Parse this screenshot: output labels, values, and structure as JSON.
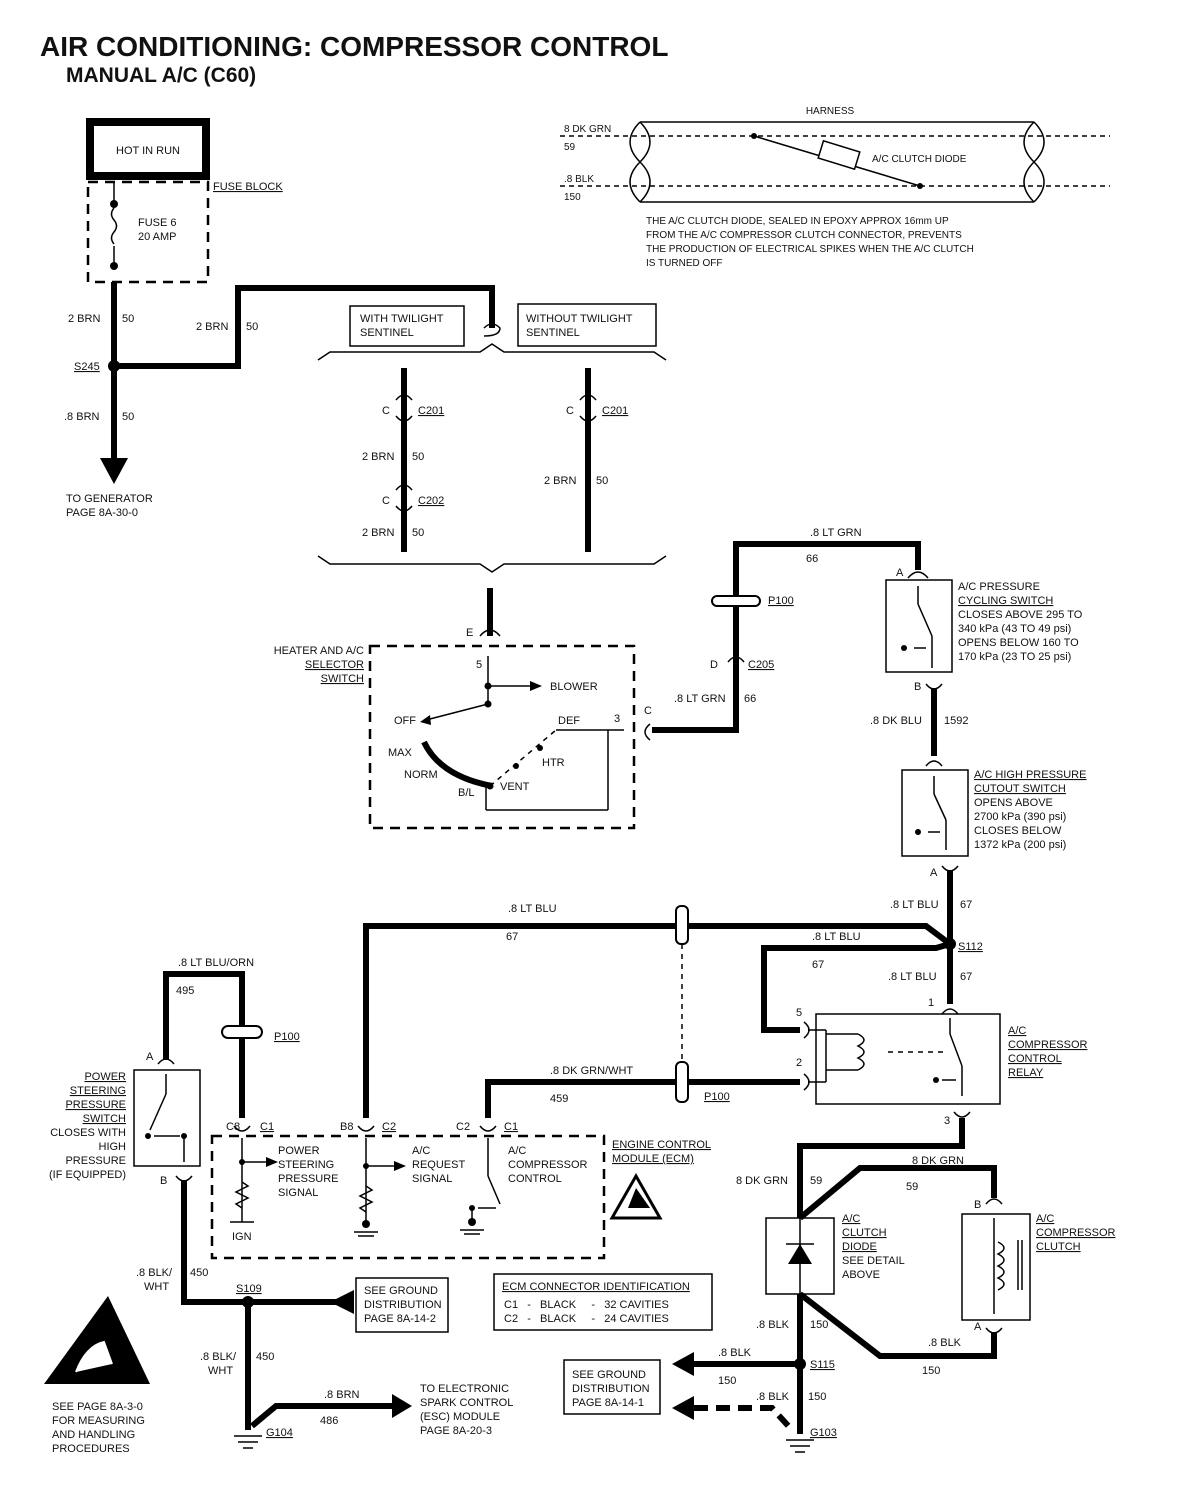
{
  "title": "AIR CONDITIONING:  COMPRESSOR CONTROL",
  "subtitle": "MANUAL A/C (C60)",
  "power": {
    "hot_in_run": "HOT IN RUN",
    "fuse_block": "FUSE BLOCK",
    "fuse_label": "FUSE 6",
    "fuse_amp": "20 AMP",
    "wire_a_color": "2 BRN",
    "wire_a_num": "50",
    "wire_b_color": "2 BRN",
    "wire_b_num": "50",
    "splice": "S245",
    "wire_c_color": ".8 BRN",
    "wire_c_num": "50",
    "to_generator_1": "TO GENERATOR",
    "to_generator_2": "PAGE 8A-30-0"
  },
  "sentinel": {
    "with_1": "WITH TWILIGHT",
    "with_2": "SENTINEL",
    "without_1": "WITHOUT TWILIGHT",
    "without_2": "SENTINEL",
    "c": "C",
    "c201": "C201",
    "c202": "C202",
    "wire_color": "2 BRN",
    "wire_num": "50"
  },
  "harness": {
    "label": "HARNESS",
    "wire1_color": "8 DK GRN",
    "wire1_num": "59",
    "wire2_color": ".8 BLK",
    "wire2_num": "150",
    "diode_label": "A/C CLUTCH DIODE",
    "note_1": "THE A/C CLUTCH DIODE, SEALED IN EPOXY  APPROX 16mm UP",
    "note_2": "FROM THE A/C COMPRESSOR CLUTCH CONNECTOR, PREVENTS",
    "note_3": "THE PRODUCTION OF ELECTRICAL SPIKES WHEN THE A/C CLUTCH",
    "note_4": "IS TURNED OFF"
  },
  "selector": {
    "title_1": "HEATER AND A/C",
    "title_2": "SELECTOR",
    "title_3": "SWITCH",
    "pin_e": "E",
    "pin_5": "5",
    "pin_3": "3",
    "pin_c": "C",
    "blower": "BLOWER",
    "off": "OFF",
    "max": "MAX",
    "norm": "NORM",
    "bl": "B/L",
    "vent": "VENT",
    "htr": "HTR",
    "def": "DEF"
  },
  "cycling": {
    "wire_color": ".8 LT GRN",
    "wire_num": "66",
    "p100": "P100",
    "d": "D",
    "c205": "C205",
    "pin_a": "A",
    "pin_b": "B",
    "label_1": "A/C PRESSURE",
    "label_2": "CYCLING SWITCH",
    "label_3": "CLOSES ABOVE 295 TO",
    "label_4": "340 kPa (43 TO 49 psi)",
    "label_5": "OPENS BELOW 160 TO",
    "label_6": "170 kPa (23 TO 25 psi)",
    "out_color": ".8 DK BLU",
    "out_num": "1592"
  },
  "highpress": {
    "label_1": "A/C HIGH PRESSURE",
    "label_2": "CUTOUT SWITCH",
    "label_3": "OPENS ABOVE",
    "label_4": "2700 kPa (390 psi)",
    "label_5": "CLOSES BELOW",
    "label_6": "1372 kPa (200 psi)",
    "pin_a": "A",
    "wire_color": ".8 LT BLU",
    "wire_num": "67",
    "splice": "S112"
  },
  "relay": {
    "label_1": "A/C",
    "label_2": "COMPRESSOR",
    "label_3": "CONTROL",
    "label_4": "RELAY",
    "pin_1": "1",
    "pin_2": "2",
    "pin_3": "3",
    "pin_5": "5"
  },
  "ecm": {
    "title_1": "ENGINE CONTROL",
    "title_2": "MODULE (ECM)",
    "ps_1": "POWER",
    "ps_2": "STEERING",
    "ps_3": "PRESSURE",
    "ps_4": "SIGNAL",
    "req_1": "A/C",
    "req_2": "REQUEST",
    "req_3": "SIGNAL",
    "ctl_1": "A/C",
    "ctl_2": "COMPRESSOR",
    "ctl_3": "CONTROL",
    "ign": "IGN",
    "c8": "C8",
    "c1": "C1",
    "b8": "B8",
    "c2": "C2",
    "c2b": "C2",
    "c1b": "C1",
    "conn_title": "ECM CONNECTOR IDENTIFICATION",
    "conn_c1": "C1   -   BLACK     -   32 CAVITIES",
    "conn_c2": "C2   -   BLACK     -   24 CAVITIES"
  },
  "pssw": {
    "label_1": "POWER",
    "label_2": "STEERING",
    "label_3": "PRESSURE",
    "label_4": "SWITCH",
    "label_5": "CLOSES WITH",
    "label_6": "HIGH",
    "label_7": "PRESSURE",
    "label_8": "(IF EQUIPPED)",
    "pin_a": "A",
    "pin_b": "B",
    "wire_top_color": ".8 LT BLU/ORN",
    "wire_top_num": "495",
    "p100": "P100",
    "wire_bot_color": ".8 BLK/",
    "wire_bot_color2": "WHT",
    "wire_bot_num": "450"
  },
  "mid": {
    "ltblu_color": ".8 LT BLU",
    "ltblu_num": "67",
    "ltblu2_color": ".8 LT BLU",
    "ltblu2_num": "67",
    "ltblu3_color": ".8 LT BLU",
    "ltblu3_num": "67",
    "grnwht_color": ".8 DK GRN/WHT",
    "grnwht_num": "459",
    "p100": "P100"
  },
  "clutch": {
    "dkgrn_color": "8 DK GRN",
    "dkgrn_num": "59",
    "dkgrn2_color": "8 DK GRN",
    "dkgrn2_num": "59",
    "diode_1": "A/C",
    "diode_2": "CLUTCH",
    "diode_3": "DIODE",
    "diode_4": "SEE DETAIL",
    "diode_5": "ABOVE",
    "comp_1": "A/C",
    "comp_2": "COMPRESSOR",
    "comp_3": "CLUTCH",
    "pin_a": "A",
    "pin_b": "B",
    "blk_color": ".8 BLK",
    "blk_num": "150",
    "blk2_color": ".8 BLK",
    "blk2_num": "150",
    "s115": "S115",
    "g103": "G103"
  },
  "ground_right": {
    "l1": "SEE GROUND",
    "l2": "DISTRIBUTION",
    "l3": "PAGE 8A-14-1",
    "w1_color": ".8 BLK",
    "w1_num": "150",
    "w2_color": ".8 BLK",
    "w2_num": "150"
  },
  "ground_left": {
    "s109": "S109",
    "l1": "SEE GROUND",
    "l2": "DISTRIBUTION",
    "l3": "PAGE 8A-14-2",
    "wire_color": ".8 BLK/",
    "wire_color2": "WHT",
    "wire_num": "450",
    "g104": "G104",
    "brn_color": ".8 BRN",
    "brn_num": "486",
    "esc_1": "TO ELECTRONIC",
    "esc_2": "SPARK CONTROL",
    "esc_3": "(ESC) MODULE",
    "esc_4": "PAGE 8A-20-3"
  },
  "esd": {
    "l1": "SEE PAGE 8A-3-0",
    "l2": "FOR MEASURING",
    "l3": "AND HANDLING",
    "l4": "PROCEDURES"
  }
}
